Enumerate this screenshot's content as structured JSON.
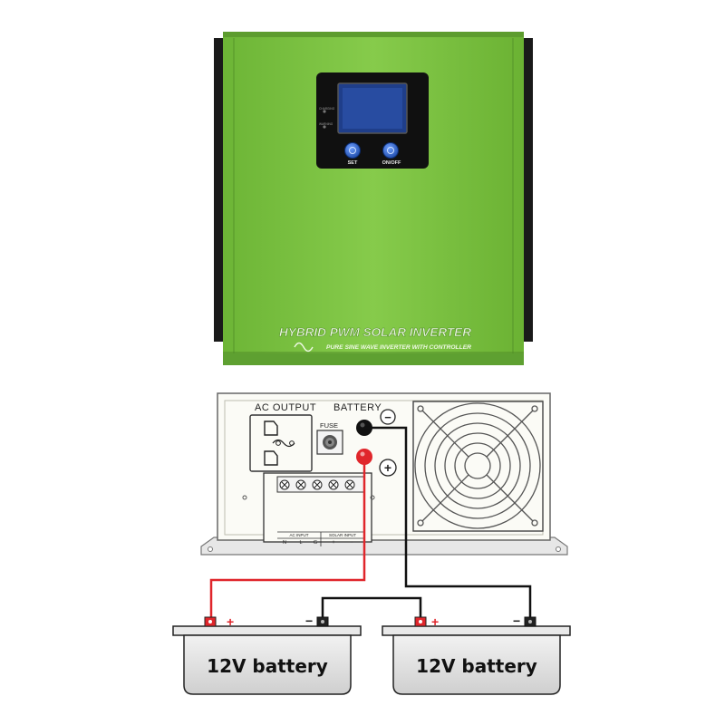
{
  "inverter_front": {
    "title": "HYBRID PWM SOLAR INVERTER",
    "subtitle": "PURE SINE WAVE INVERTER WITH CONTROLLER",
    "buttons": [
      {
        "label": "SET"
      },
      {
        "label": "ON/OFF"
      }
    ],
    "indicator_labels": [
      "CHARGING",
      "WARNING"
    ],
    "colors": {
      "body": "#7cc242",
      "body_dark": "#5a9a2c",
      "button": "#2257b8"
    }
  },
  "inverter_back": {
    "ac_output_label": "AC OUTPUT",
    "battery_label": "BATTERY",
    "fuse_label": "FUSE",
    "negative_symbol": "−",
    "positive_symbol": "+",
    "ac_input_label": "AC INPUT",
    "solar_input_label": "SOLAR INPUT",
    "terminal_labels": [
      "N",
      "L",
      "G",
      "+",
      "−"
    ]
  },
  "batteries": [
    {
      "label": "12V battery",
      "positive": "+",
      "negative": "−"
    },
    {
      "label": "12V battery",
      "positive": "+",
      "negative": "−"
    }
  ],
  "wire_colors": {
    "positive": "#e0262b",
    "negative": "#111111"
  }
}
